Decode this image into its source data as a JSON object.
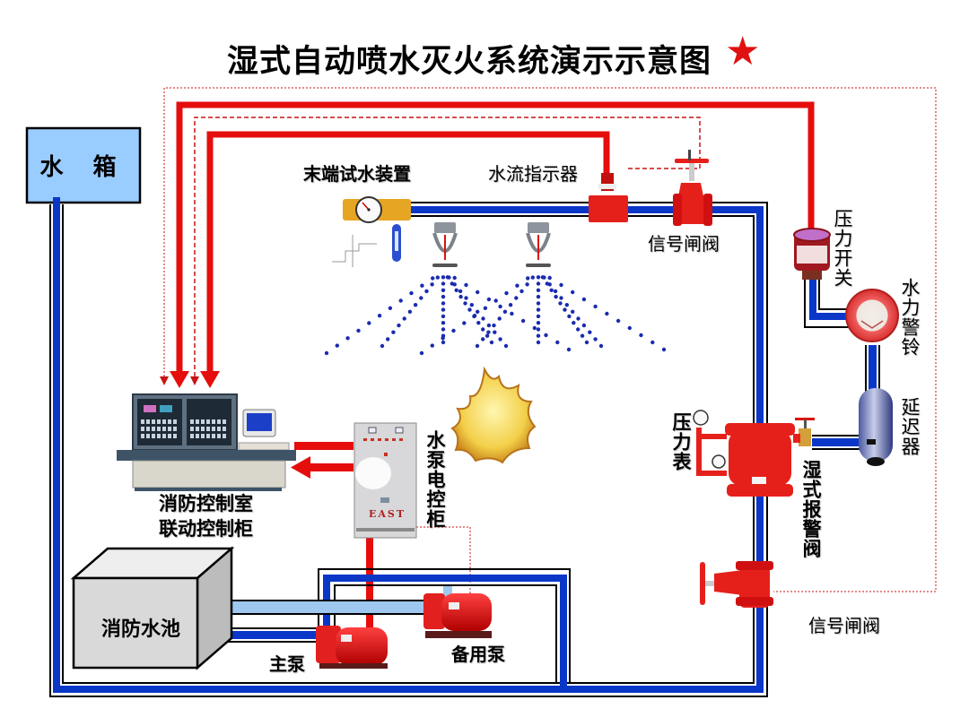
{
  "title": "湿式自动喷水灭火系统演示示意图",
  "title_marker": "★",
  "colors": {
    "water_pipe": "#0a37c8",
    "signal_line": "#e60d0d",
    "signal_dashed": "#c81414",
    "equipment_red": "#e5201b",
    "tank_fill": "#99ccff",
    "pool_fill": "#d9d9d9",
    "suction_pipe": "#9fc8f0",
    "flame": "#f5d44a"
  },
  "components": {
    "water_tank": "水  箱",
    "end_test_device": "末端试水装置",
    "water_flow_indicator": "水流指示器",
    "signal_gate_valve_top": "信号闸阀",
    "pressure_switch": "压力开关",
    "water_motor_alarm": "水力警铃",
    "retard_chamber": "延迟器",
    "pressure_gauge": "压力表",
    "wet_alarm_valve": "湿式报警阀",
    "signal_gate_valve_bottom": "信号闸阀",
    "control_room_line1": "消防控制室",
    "control_room_line2": "联动控制柜",
    "pump_control_cabinet": "水泵电控柜",
    "cabinet_brand": "EAST",
    "fire_pool": "消防水池",
    "main_pump": "主泵",
    "standby_pump": "备用泵"
  },
  "icons": {
    "sprinkler_heads": 2,
    "flame": "fire-icon",
    "star": "star-icon"
  }
}
